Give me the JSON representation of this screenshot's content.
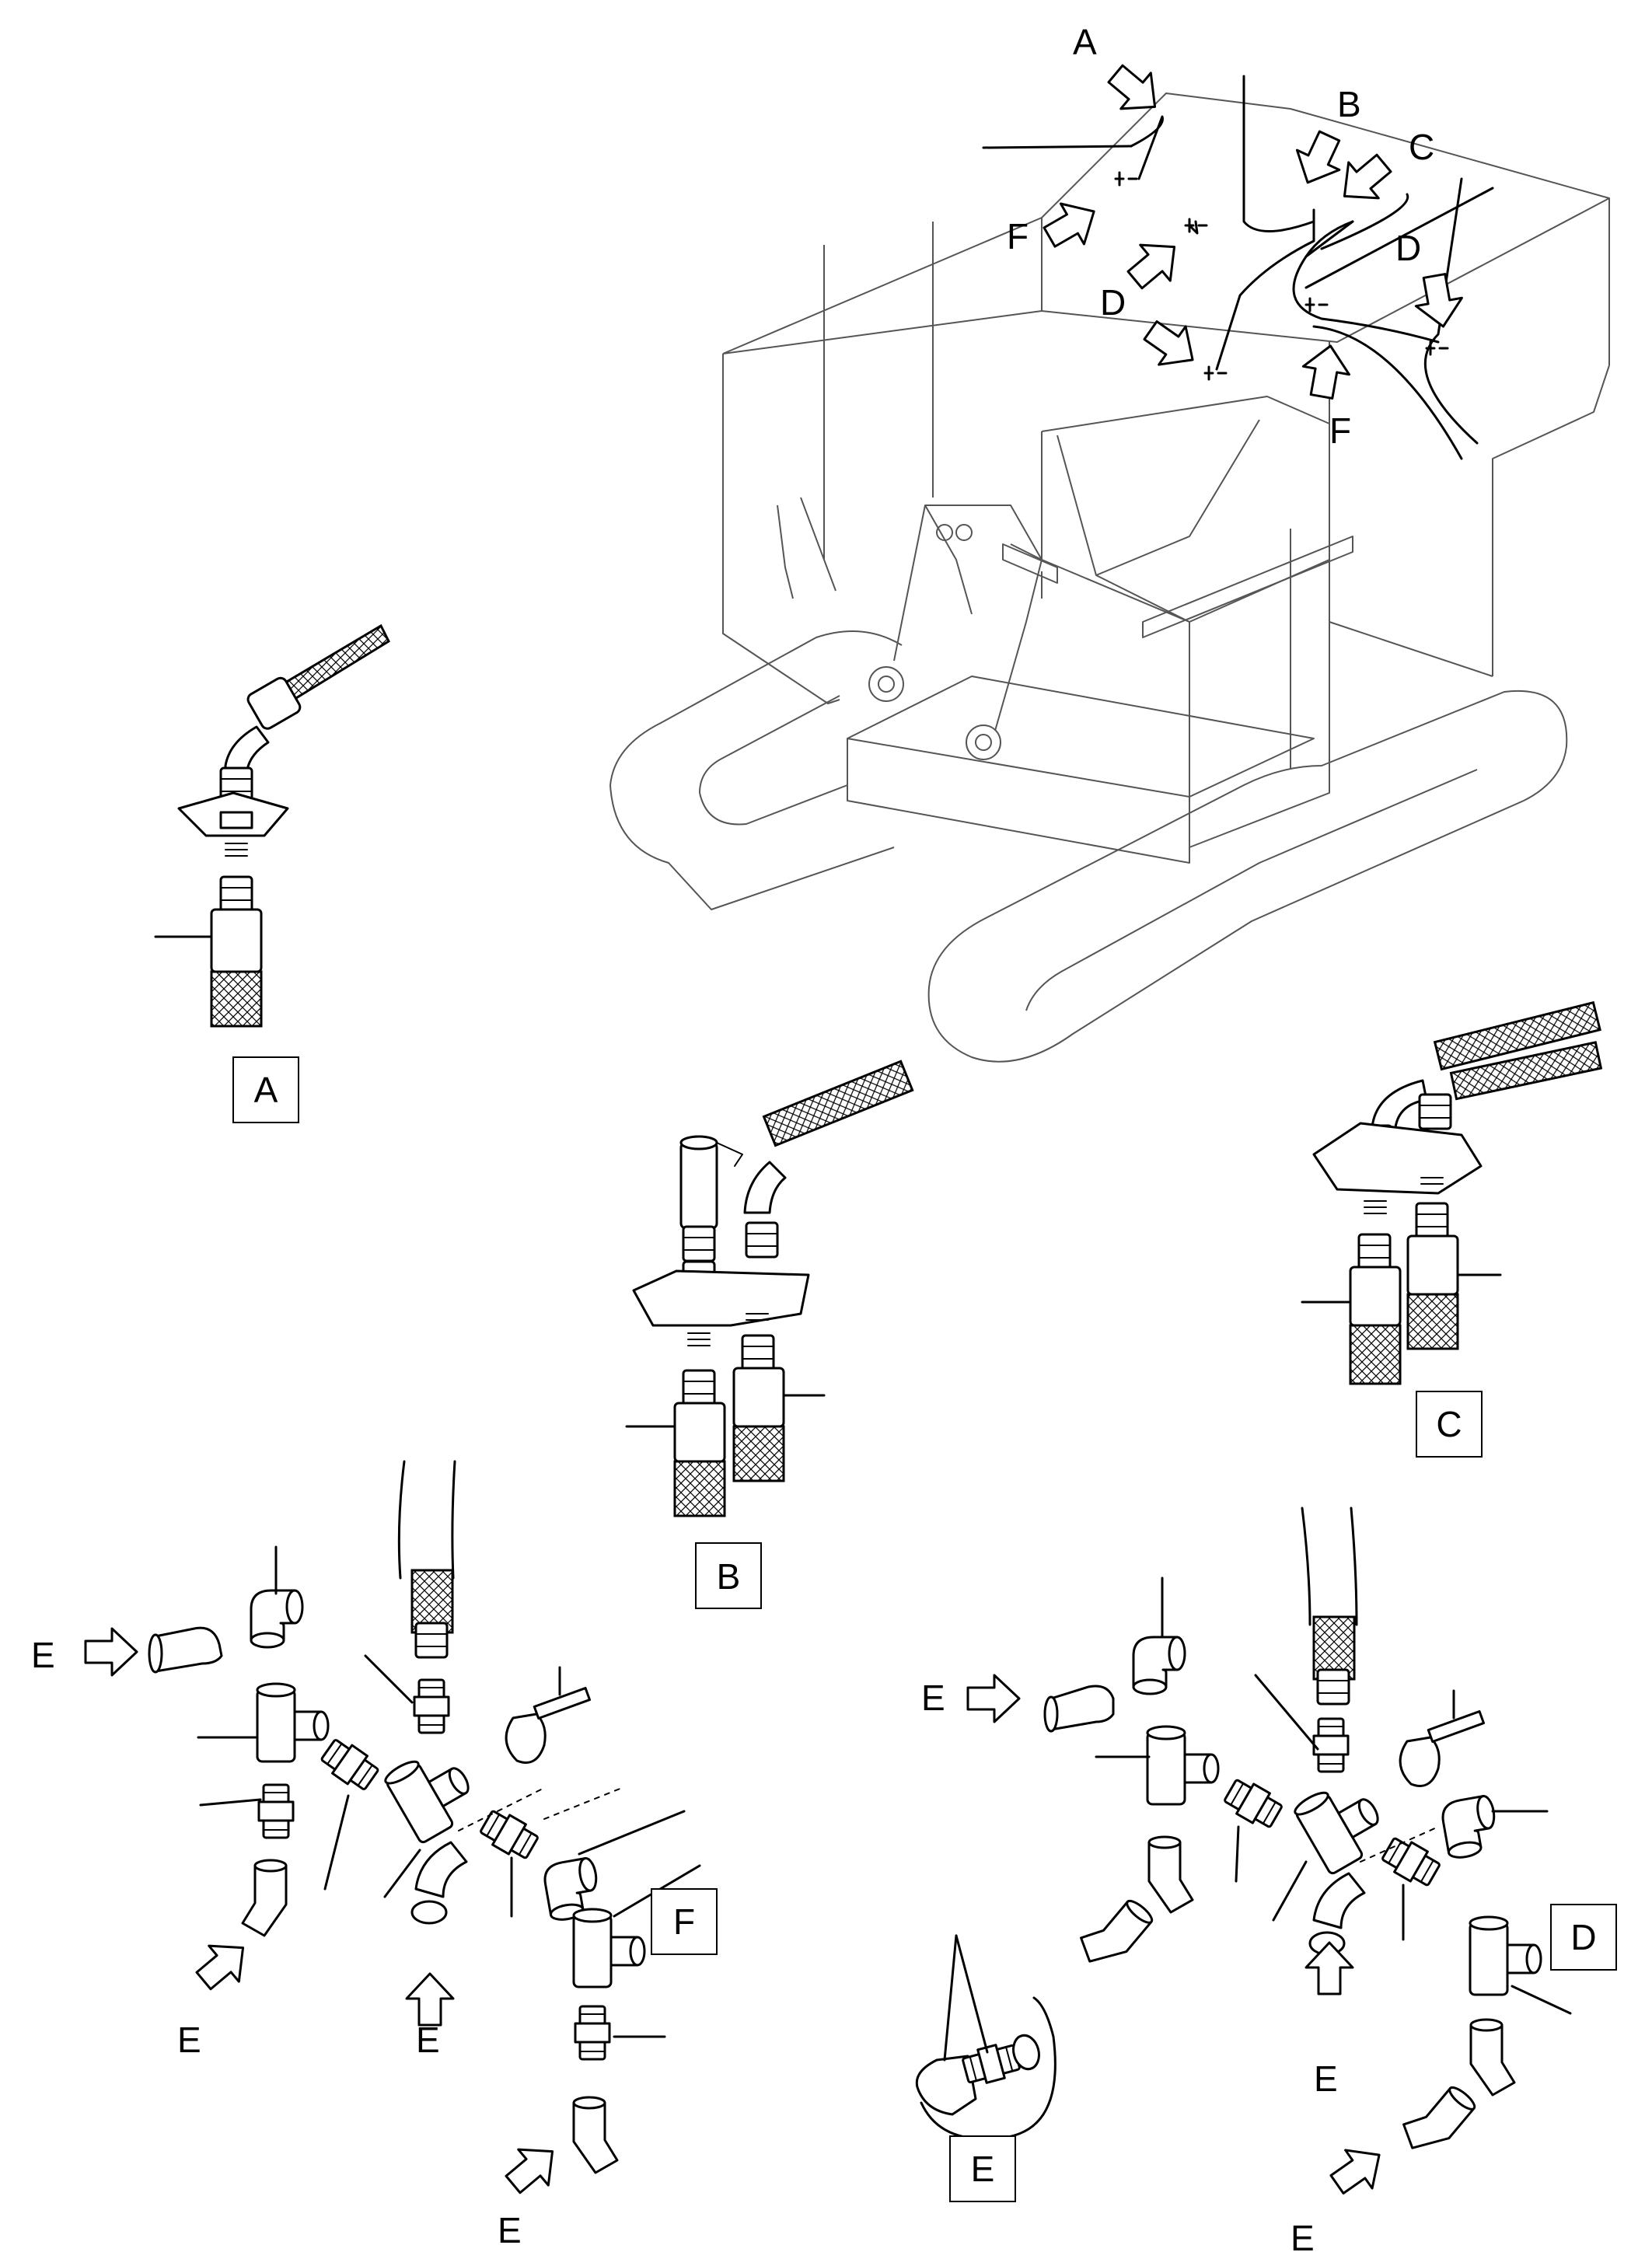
{
  "diagram": {
    "callouts": [
      "A",
      "B",
      "C",
      "D",
      "E",
      "F"
    ],
    "overview_labels": {
      "a": "A",
      "b": "B",
      "c": "C",
      "d1": "D",
      "d2": "D",
      "f1": "F",
      "f2": "F"
    },
    "detail_labels": {
      "a": "A",
      "b": "B",
      "c": "C",
      "d": "D",
      "e": "E",
      "f": "F"
    },
    "assembly_f_labels": {
      "e1": "E",
      "e2": "E",
      "e3": "E",
      "e4": "E"
    },
    "assembly_d_labels": {
      "e1": "E",
      "e2": "E",
      "e3": "E"
    }
  }
}
